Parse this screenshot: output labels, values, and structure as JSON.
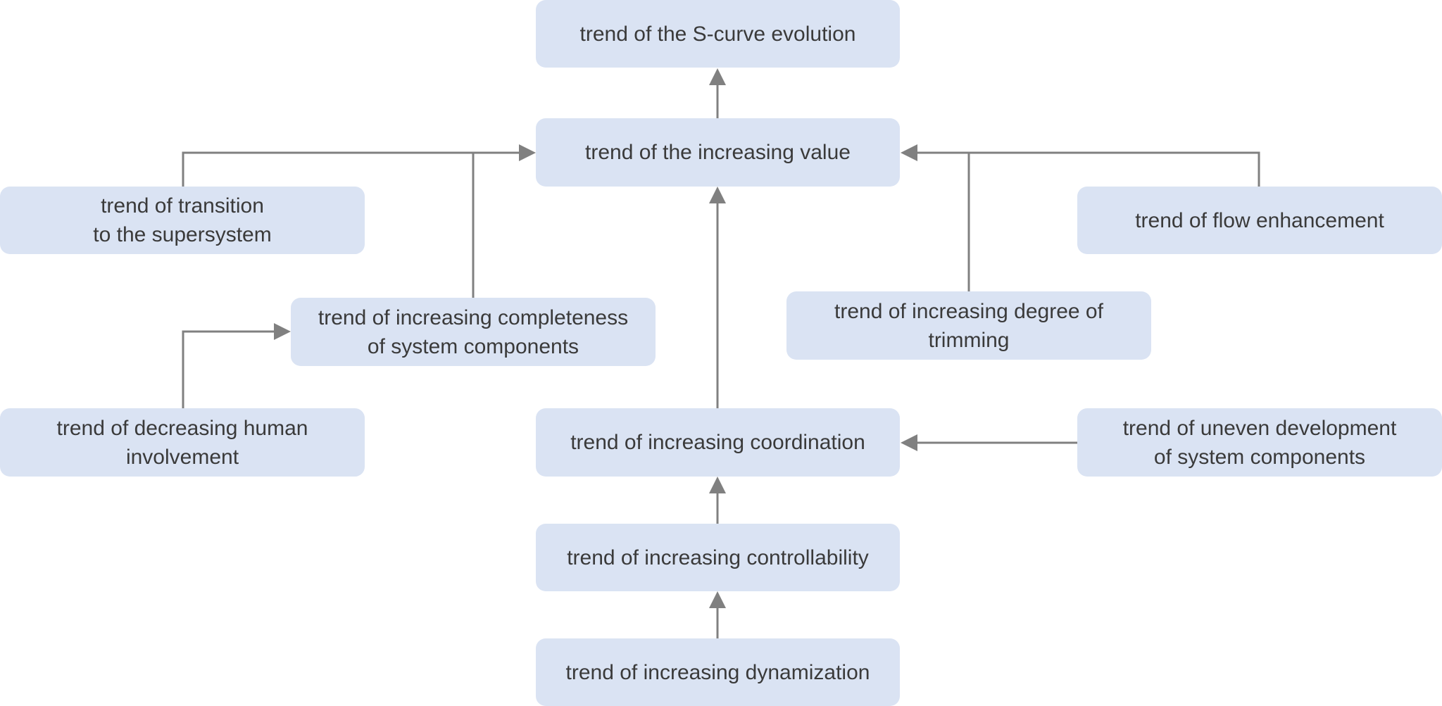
{
  "colors": {
    "node_fill": "#dae3f3",
    "node_text": "#3a3a3a",
    "connector": "#808080"
  },
  "nodes": {
    "s_curve": {
      "label": "trend of the S-curve evolution"
    },
    "increasing_value": {
      "label": "trend of the increasing value"
    },
    "supersystem": {
      "label": "trend of transition\nto the supersystem"
    },
    "flow_enhancement": {
      "label": "trend of flow enhancement"
    },
    "completeness": {
      "label": "trend of increasing completeness\nof system components"
    },
    "trimming": {
      "label": "trend of increasing degree of\ntrimming"
    },
    "human_involvement": {
      "label": "trend of decreasing human\ninvolvement"
    },
    "coordination": {
      "label": "trend of increasing coordination"
    },
    "uneven_development": {
      "label": "trend of uneven development\nof system components"
    },
    "controllability": {
      "label": "trend of increasing controllability"
    },
    "dynamization": {
      "label": "trend of increasing dynamization"
    }
  }
}
